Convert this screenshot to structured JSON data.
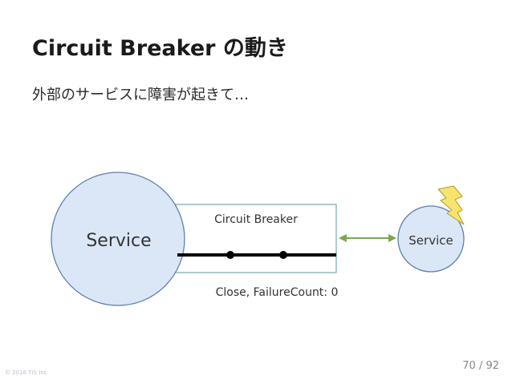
{
  "slide": {
    "title": "Circuit Breaker の動き",
    "subtitle": "外部のサービスに障害が起きて…",
    "copyright": "© 2016 TIS Inc.",
    "page_number": "70 / 92"
  },
  "diagram": {
    "left_service_label": "Service",
    "breaker_label": "Circuit Breaker",
    "state_label": "Close, FailureCount: 0",
    "right_service_label": "Service",
    "colors": {
      "service_fill": "#dbe6f7",
      "service_stroke": "#5f7fae",
      "breaker_stroke": "#7aa6a6",
      "switch_line": "#000000",
      "arrow": "#79a94b",
      "lightning_fill": "#f6e46c",
      "lightning_stroke": "#b89a2a"
    }
  }
}
